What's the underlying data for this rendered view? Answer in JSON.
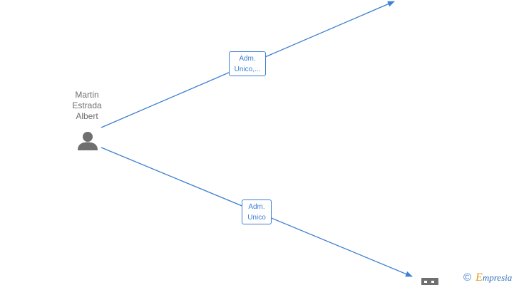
{
  "person": {
    "name_lines": [
      "Martin",
      "Estrada",
      "Albert"
    ],
    "icon": "person-icon"
  },
  "relations": [
    {
      "label_lines": [
        "Adm.",
        "Unico,..."
      ],
      "direction": "outgoing",
      "target_icon": "company-icon"
    },
    {
      "label_lines": [
        "Adm.",
        "Unico"
      ],
      "direction": "outgoing",
      "target_icon": "company-icon"
    }
  ],
  "brand": {
    "copyright_symbol": "©",
    "initial": "E",
    "rest": "mpresia"
  },
  "colors": {
    "edge": "#3d7fd1",
    "person_icon": "#6f6f6f",
    "company_icon": "#6f6f6f",
    "brand_accent": "#e8961e"
  }
}
